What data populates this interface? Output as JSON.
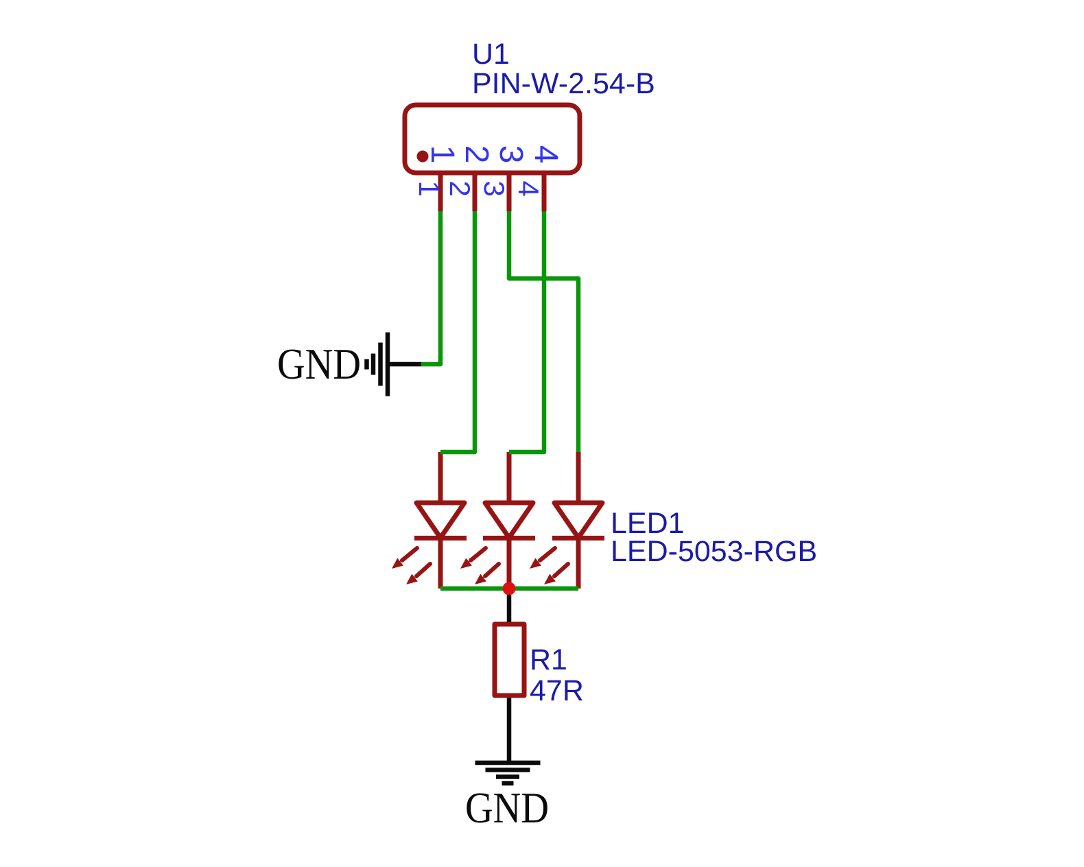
{
  "components": {
    "connector": {
      "reference": "U1",
      "part_number": "PIN-W-2.54-B",
      "pin_numbers": [
        "1",
        "2",
        "3",
        "4"
      ]
    },
    "led": {
      "reference": "LED1",
      "part_number": "LED-5053-RGB"
    },
    "resistor": {
      "reference": "R1",
      "value": "47R"
    },
    "ground_left": {
      "label": "GND"
    },
    "ground_bottom": {
      "label": "GND"
    }
  },
  "colors": {
    "wire": "#0A960A",
    "component_outline": "#961414",
    "junction_dot": "#DD1111",
    "label_text": "#1B1BA8",
    "pin_number_text": "#3434EE",
    "ground_symbol": "#0A0A0A"
  }
}
